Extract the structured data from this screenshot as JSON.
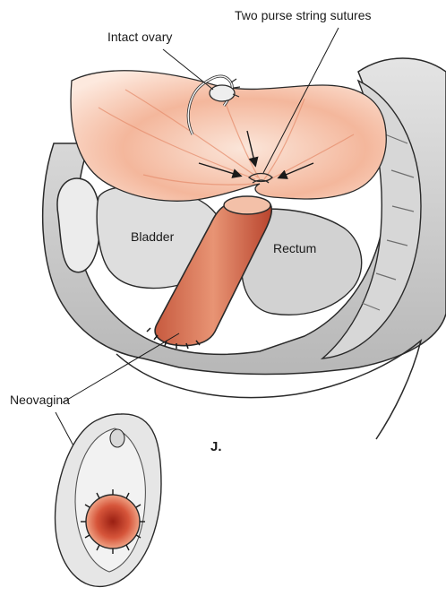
{
  "labels": {
    "ovary": "Intact ovary",
    "sutures": "Two purse string sutures",
    "bladder": "Bladder",
    "rectum": "Rectum",
    "neovagina": "Neovagina",
    "panel": "J."
  },
  "colors": {
    "peritoneum": "#f3b89e",
    "peritoneum_light": "#fbe3d6",
    "tissue_dark": "#c8583c",
    "neovagina_core": "#b8321f",
    "outline": "#2a2a2a",
    "gray_shade": "#cfcfcf",
    "gray_dark": "#8a8a8a"
  }
}
